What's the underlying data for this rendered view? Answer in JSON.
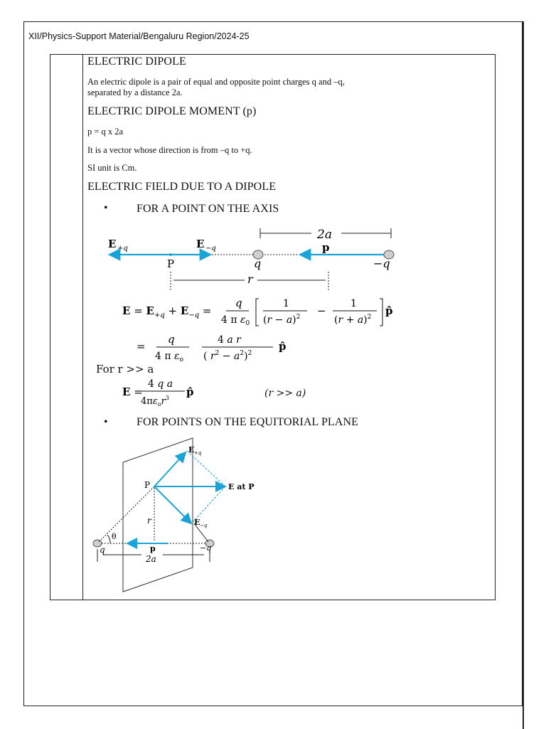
{
  "header": {
    "text": "XII/Physics-Support Material/Bengaluru Region/2024-25"
  },
  "sections": {
    "dipole": {
      "title": "ELECTRIC DIPOLE",
      "line1": "An electric dipole is a pair of equal and opposite point charges q and –q,",
      "line2": "separated by a distance 2a."
    },
    "moment": {
      "title": "ELECTRIC DIPOLE MOMENT (p)",
      "formula": "p = q x 2a",
      "line1": "It is a vector whose direction is from –q to +q.",
      "line2": "SI unit is Cm."
    },
    "field": {
      "title": "ELECTRIC FIELD DUE TO A DIPOLE",
      "bullet1": "FOR A POINT ON THE AXIS",
      "bullet2": "FOR POINTS ON THE EQUITORIAL PLANE",
      "for_r": "For r >> a",
      "r_cond": "(r >> a)"
    }
  },
  "axis_diagram": {
    "label_Eplus": "E",
    "sub_plus": "+q",
    "label_Eminus": "E",
    "sub_minus": "−q",
    "label_2a": "2a",
    "label_p": "p",
    "label_P": "P",
    "label_q": "q",
    "label_negq": "−q",
    "label_r": "r"
  },
  "equatorial_diagram": {
    "label_Eplusq": "E",
    "sub_plusq": "+q",
    "label_Eminusq": "E",
    "sub_minusq": "−q",
    "label_EatP": "E at P",
    "label_P": "P",
    "label_r": "r",
    "label_theta": "θ",
    "label_q": "q",
    "label_p": "p",
    "label_negq": "−q",
    "label_2a": "2a"
  },
  "colors": {
    "arrow": "#1aa3d9",
    "text": "#111111"
  }
}
